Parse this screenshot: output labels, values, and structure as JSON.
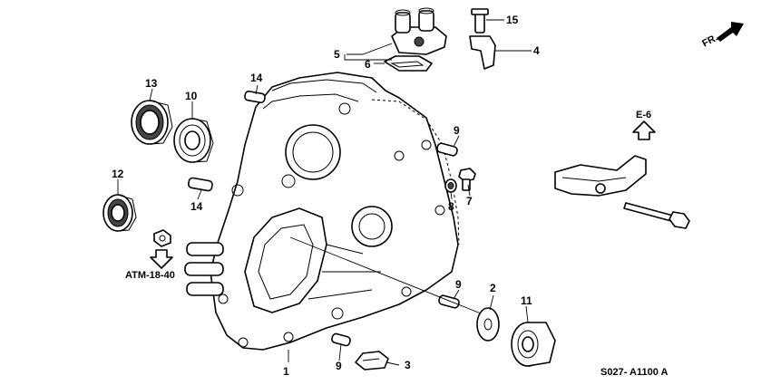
{
  "diagram": {
    "callouts": {
      "c1": "1",
      "c2": "2",
      "c3": "3",
      "c4": "4",
      "c5": "5",
      "c6": "6",
      "c7": "7",
      "c8": "8",
      "c9a": "9",
      "c9b": "9",
      "c9c": "9",
      "c10": "10",
      "c11": "11",
      "c12": "12",
      "c13": "13",
      "c14a": "14",
      "c14b": "14",
      "c15": "15"
    },
    "refs": {
      "atm": "ATM-18-40",
      "e6": "E-6",
      "fr": "FR.",
      "code": "S027- A1100 A"
    }
  }
}
